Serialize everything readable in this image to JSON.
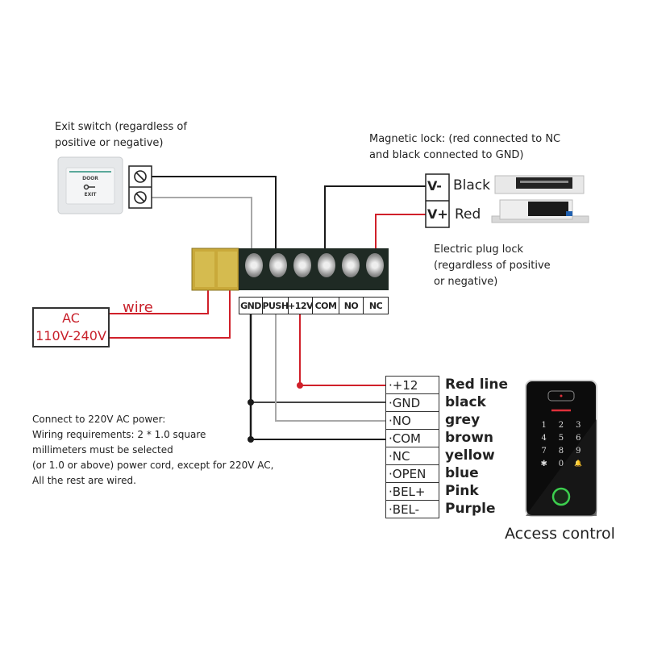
{
  "exit_switch": {
    "caption": "Exit switch (regardless of\npositive or negative)",
    "plate_text_top": "DOOR",
    "plate_text_bottom": "EXIT"
  },
  "magnetic_lock": {
    "caption": "Magnetic lock: (red connected to NC\nand black connected to GND)",
    "terminals": [
      {
        "label": "V-",
        "color_name": "Black"
      },
      {
        "label": "V+",
        "color_name": "Red"
      }
    ]
  },
  "electric_plug_lock": {
    "caption": "Electric plug lock\n(regardless of positive\nor negative)"
  },
  "power_supply": {
    "wire_label": "wire",
    "box_line1": "AC",
    "box_line2": "110V-240V"
  },
  "terminal_block": {
    "labels": [
      "GND",
      "PUSH",
      "+12V",
      "COM",
      "NO",
      "NC"
    ]
  },
  "connector": {
    "rows": [
      {
        "pin": "+12",
        "color": "Red line"
      },
      {
        "pin": "GND",
        "color": "black"
      },
      {
        "pin": "NO",
        "color": "grey"
      },
      {
        "pin": "COM",
        "color": "brown"
      },
      {
        "pin": "NC",
        "color": "yellow"
      },
      {
        "pin": "OPEN",
        "color": "blue"
      },
      {
        "pin": "BEL+",
        "color": "Pink"
      },
      {
        "pin": "BEL-",
        "color": "Purple"
      }
    ]
  },
  "notes": {
    "text": "Connect to 220V AC power:\nWiring requirements: 2 * 1.0 square\nmillimeters must be selected\n(or 1.0 or above) power cord, except for 220V AC,\nAll the rest are wired."
  },
  "access_control": {
    "caption": "Access control",
    "keys": [
      "1",
      "2",
      "3",
      "4",
      "5",
      "6",
      "7",
      "8",
      "9",
      "✱",
      "0",
      "🔔"
    ]
  },
  "colors": {
    "wire_black": "#1a1a1a",
    "wire_grey": "#a8a8a8",
    "wire_red": "#d0202a",
    "ac_text": "#c8202a",
    "terminal_body": "#1f2a24",
    "fuse_yellow": "#c9a93a",
    "fingerprint_green": "#3ccf4e"
  }
}
